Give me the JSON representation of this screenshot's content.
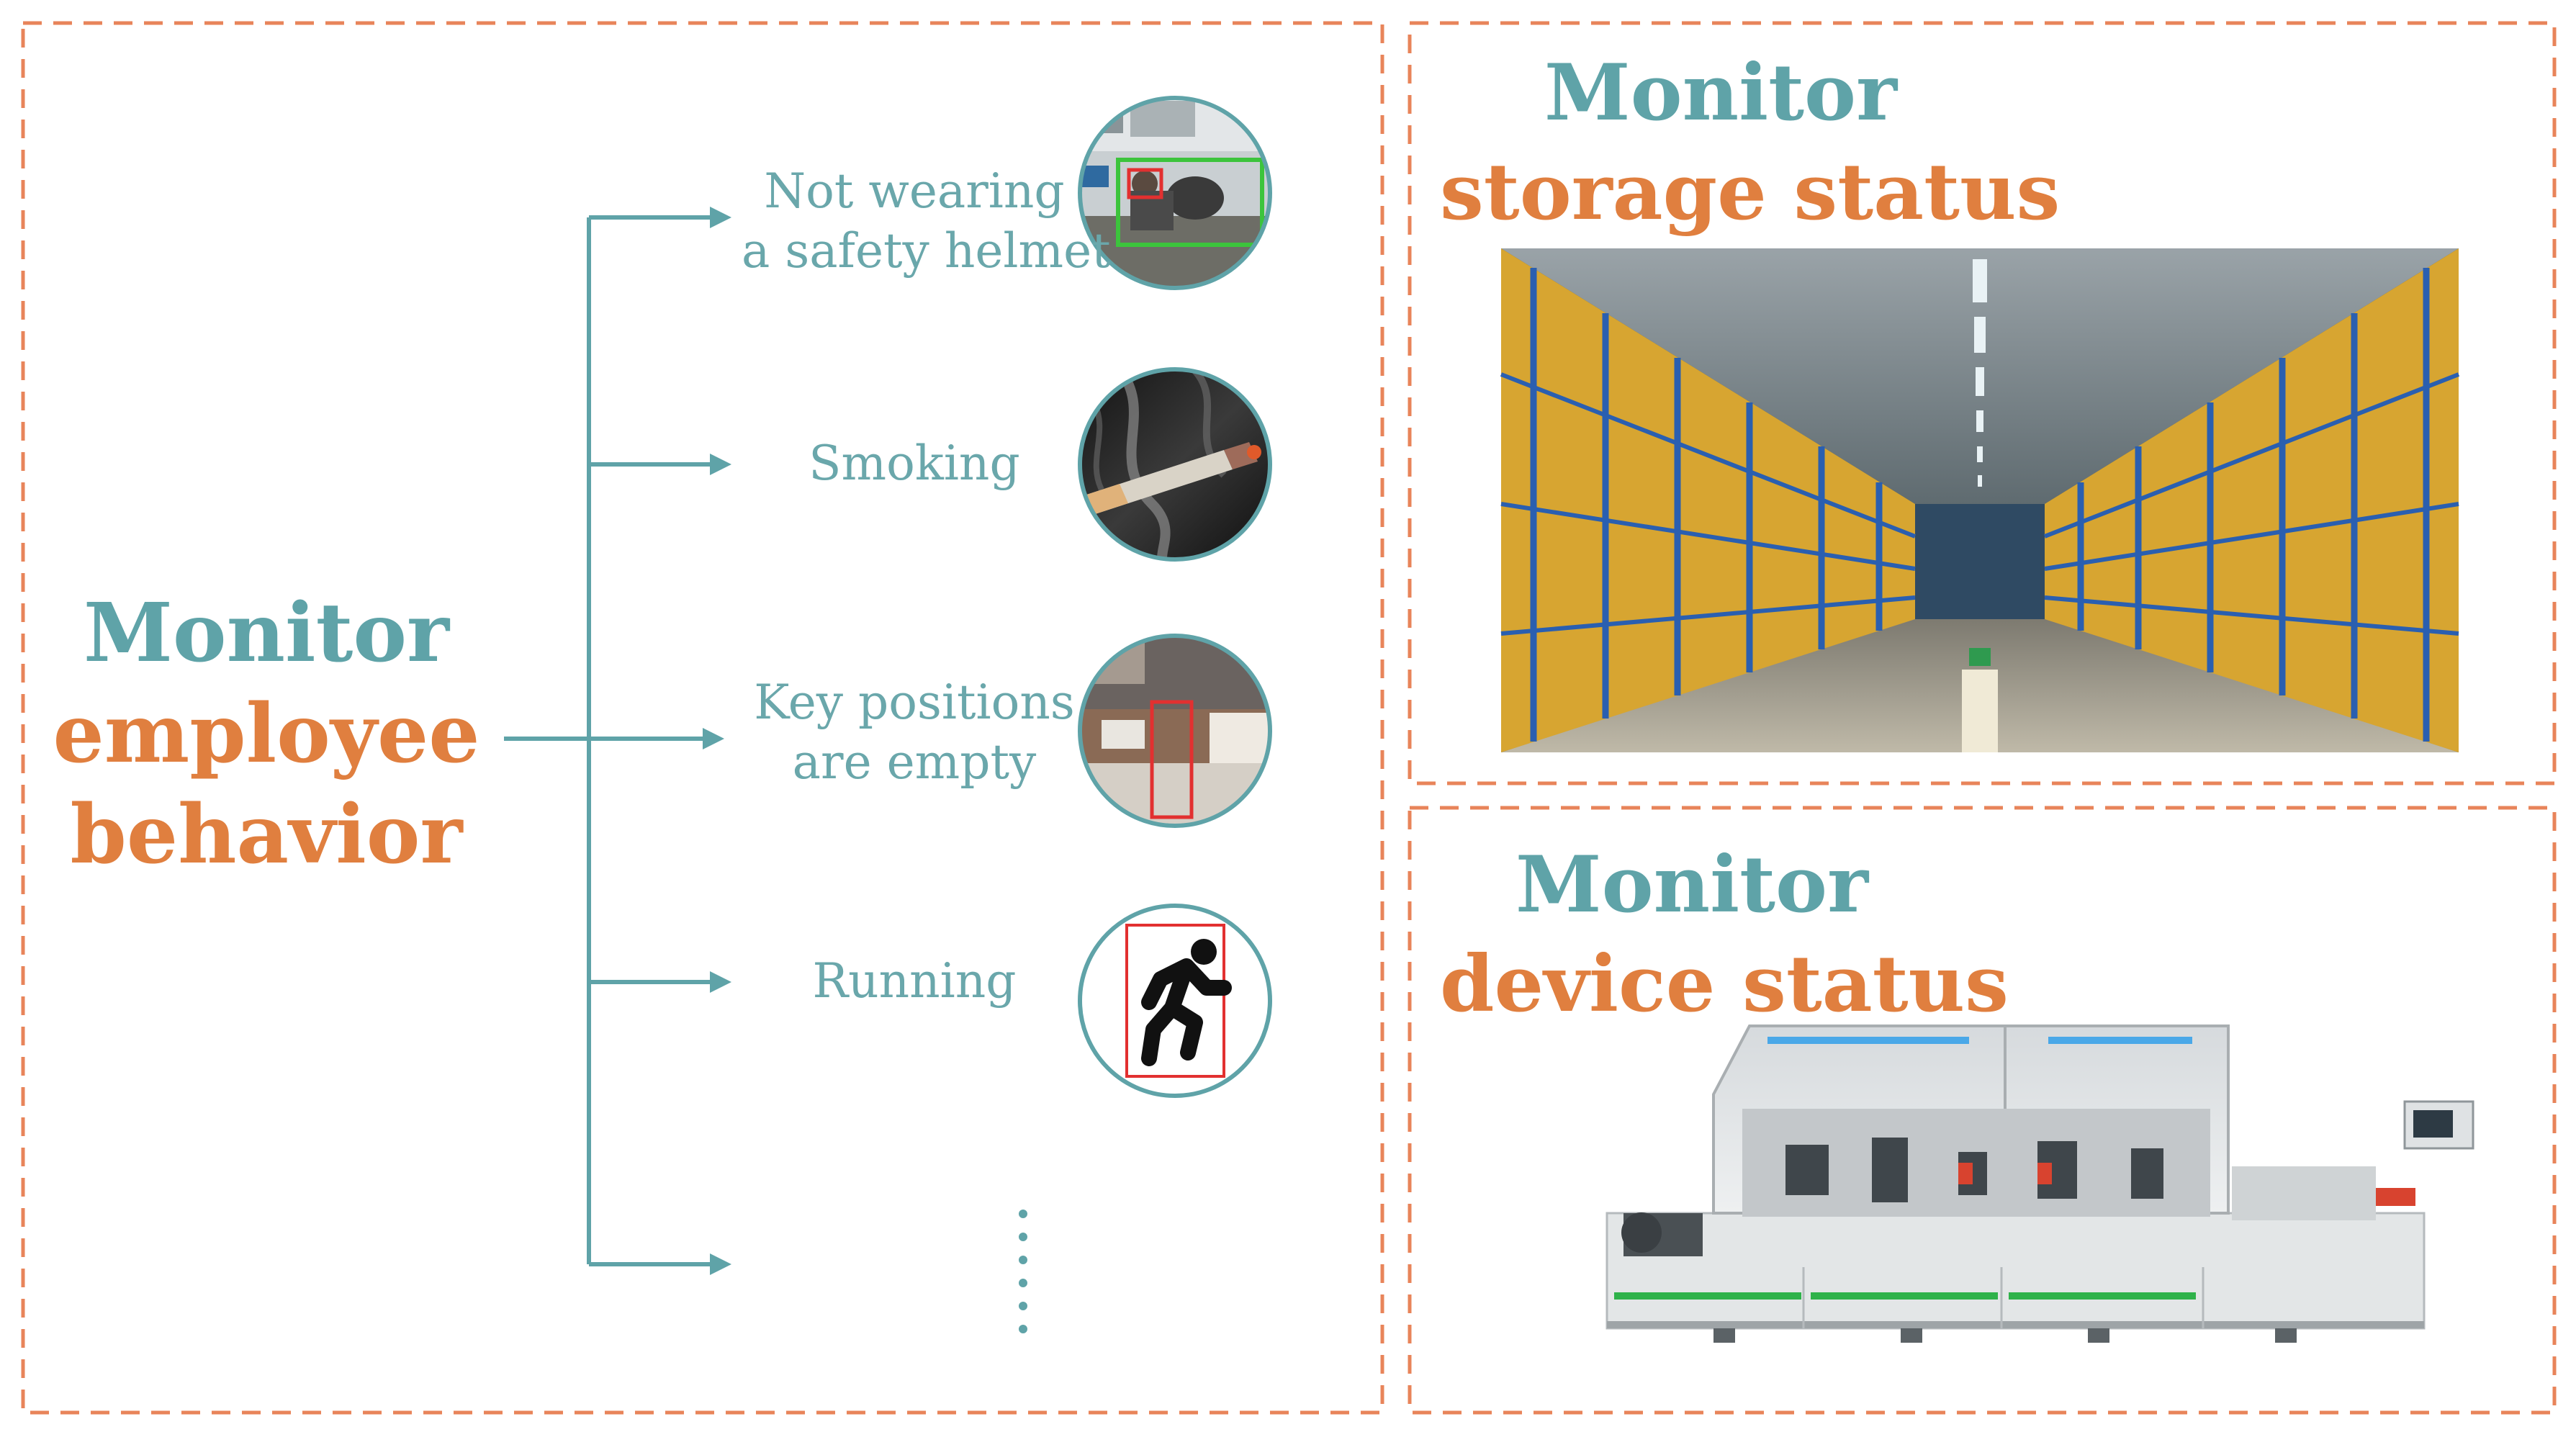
{
  "left_panel": {
    "title_line1": "Monitor",
    "title_line2": "employee",
    "title_line3": "behavior",
    "items": [
      {
        "label_line1": "Not wearing",
        "label_line2": "a safety helmet",
        "icon": "helmet-detection-photo-icon"
      },
      {
        "label_line1": "Smoking",
        "label_line2": "",
        "icon": "cigarette-icon"
      },
      {
        "label_line1": "Key positions",
        "label_line2": "are empty",
        "icon": "empty-workstation-photo-icon"
      },
      {
        "label_line1": "Running",
        "label_line2": "",
        "icon": "running-person-icon"
      }
    ],
    "more_indicator": "ellipsis-vertical"
  },
  "top_right_panel": {
    "title_line1": "Monitor",
    "title_line2": "storage status",
    "image": "warehouse-racks-photo"
  },
  "bottom_right_panel": {
    "title_line1": "Monitor",
    "title_line2": "device status",
    "image": "edge-banding-machine-photo"
  },
  "colors": {
    "teal": "#5fa3a8",
    "orange": "#e07f3f",
    "dashed_border": "#e8845a"
  }
}
